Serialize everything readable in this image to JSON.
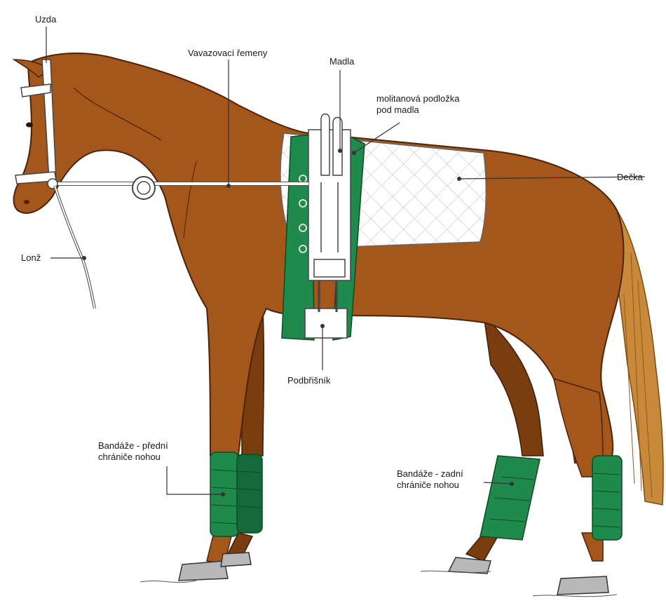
{
  "labels": {
    "uzda": "Uzda",
    "vavazovaci": "Vavazovací řemeny",
    "madla": "Madla",
    "molitan_line1": "molitanová podložka",
    "molitan_line2": "pod madla",
    "decka": "Dečka",
    "lonz": "Lonž",
    "podbrisnik": "Podbřišník",
    "bandaze_predni_line1": "Bandáže - přední",
    "bandaze_predni_line2": "chrániče nohou",
    "bandaze_zadni_line1": "Bandáže - zadní",
    "bandaze_zadni_line2": "chrániče nohou"
  },
  "colors": {
    "coat": "#a4561b",
    "coat_shadow": "#7a3d10",
    "tail": "#c88a3a",
    "bandage": "#1f8a4c",
    "bandage_dark": "#146a38",
    "saddle_pad": "#ffffff",
    "hoof": "#b8b8b8",
    "leader_line": "#333333"
  }
}
